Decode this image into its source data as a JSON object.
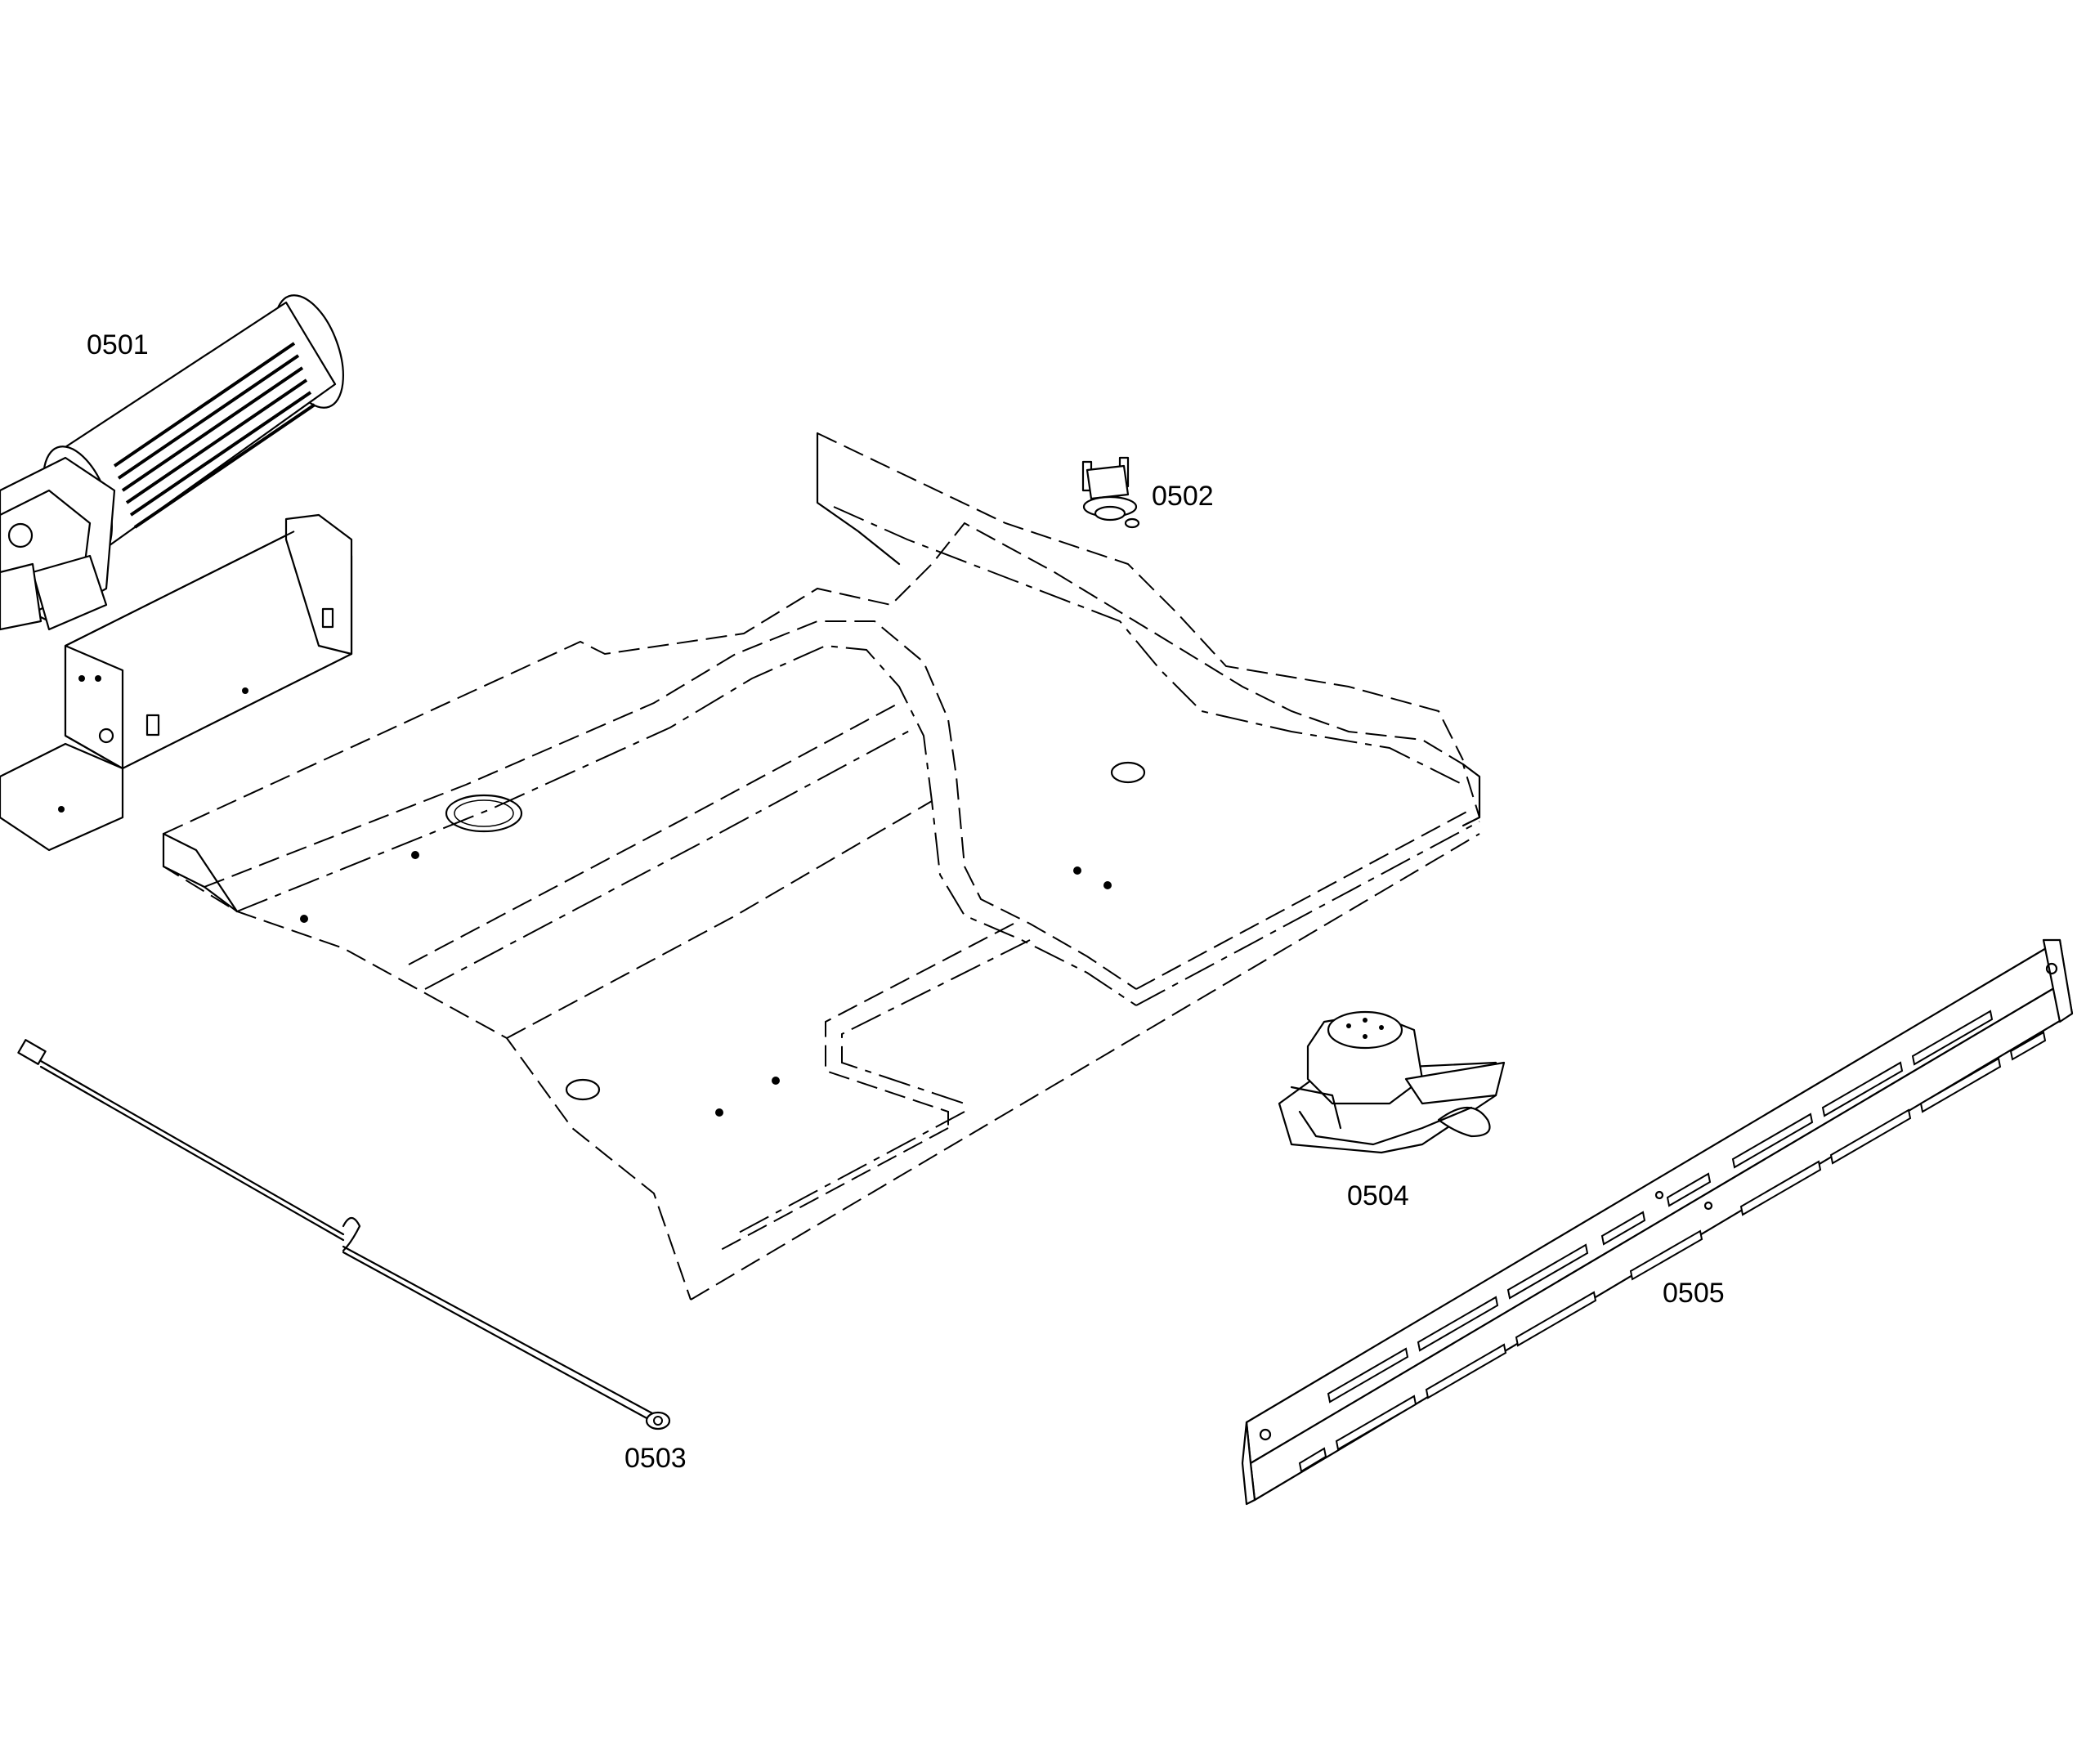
{
  "parts": [
    {
      "id": "0501",
      "label": "0501",
      "icon": "tangential-fan-icon"
    },
    {
      "id": "0502",
      "label": "0502",
      "icon": "thermostat-icon"
    },
    {
      "id": "0503",
      "label": "0503",
      "icon": "ground-wire-icon"
    },
    {
      "id": "0504",
      "label": "0504",
      "icon": "door-lock-motor-icon"
    },
    {
      "id": "0505",
      "label": "0505",
      "icon": "vent-rail-icon"
    }
  ],
  "colors": {
    "line": "#000000",
    "background": "#ffffff"
  }
}
